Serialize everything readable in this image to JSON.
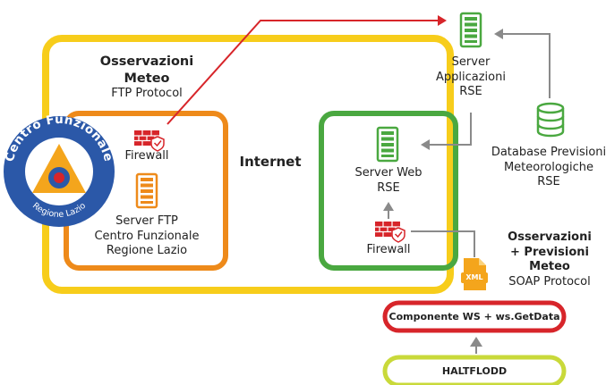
{
  "colors": {
    "internet_box": "#f7cd1b",
    "ftp_box": "#ee8a1a",
    "web_box": "#4aa840",
    "ws_pill": "#d7252a",
    "halt_pill": "#c9d93a",
    "server_green": "#4aa840",
    "firewall_red": "#d7252a",
    "ftp_server_orange": "#ee8a1a",
    "red_arrow": "#d7252a",
    "grey_arrow": "#8a8a8a",
    "logo_blue": "#2b58a8"
  },
  "osservazioni_ftp": {
    "line1": "Osservazioni",
    "line2": "Meteo",
    "line3": "FTP Protocol"
  },
  "internet": {
    "label": "Internet"
  },
  "firewall_ftp": {
    "label": "Firewall"
  },
  "server_ftp": {
    "line1": "Server FTP",
    "line2": "Centro Funzionale",
    "line3": "Regione Lazio"
  },
  "server_web": {
    "line1": "Server Web",
    "line2": "RSE"
  },
  "firewall_web": {
    "label": "Firewall"
  },
  "server_app": {
    "line1": "Server",
    "line2": "Applicazioni",
    "line3": "RSE"
  },
  "database": {
    "line1": "Database Previsioni",
    "line2": "Meteorologiche",
    "line3": "RSE"
  },
  "osservazioni_soap": {
    "line1": "Osservazioni",
    "line2": "+ Previsioni",
    "line3": "Meteo",
    "line4": "SOAP Protocol"
  },
  "xml_icon": {
    "label": "XML"
  },
  "componente_ws": {
    "label": "Componente WS + ws.GetData"
  },
  "haltflodd": {
    "label": "HALTFLODD"
  },
  "logo": {
    "top_text": "Centro Funzionale",
    "bottom_text": "Regione Lazio"
  }
}
